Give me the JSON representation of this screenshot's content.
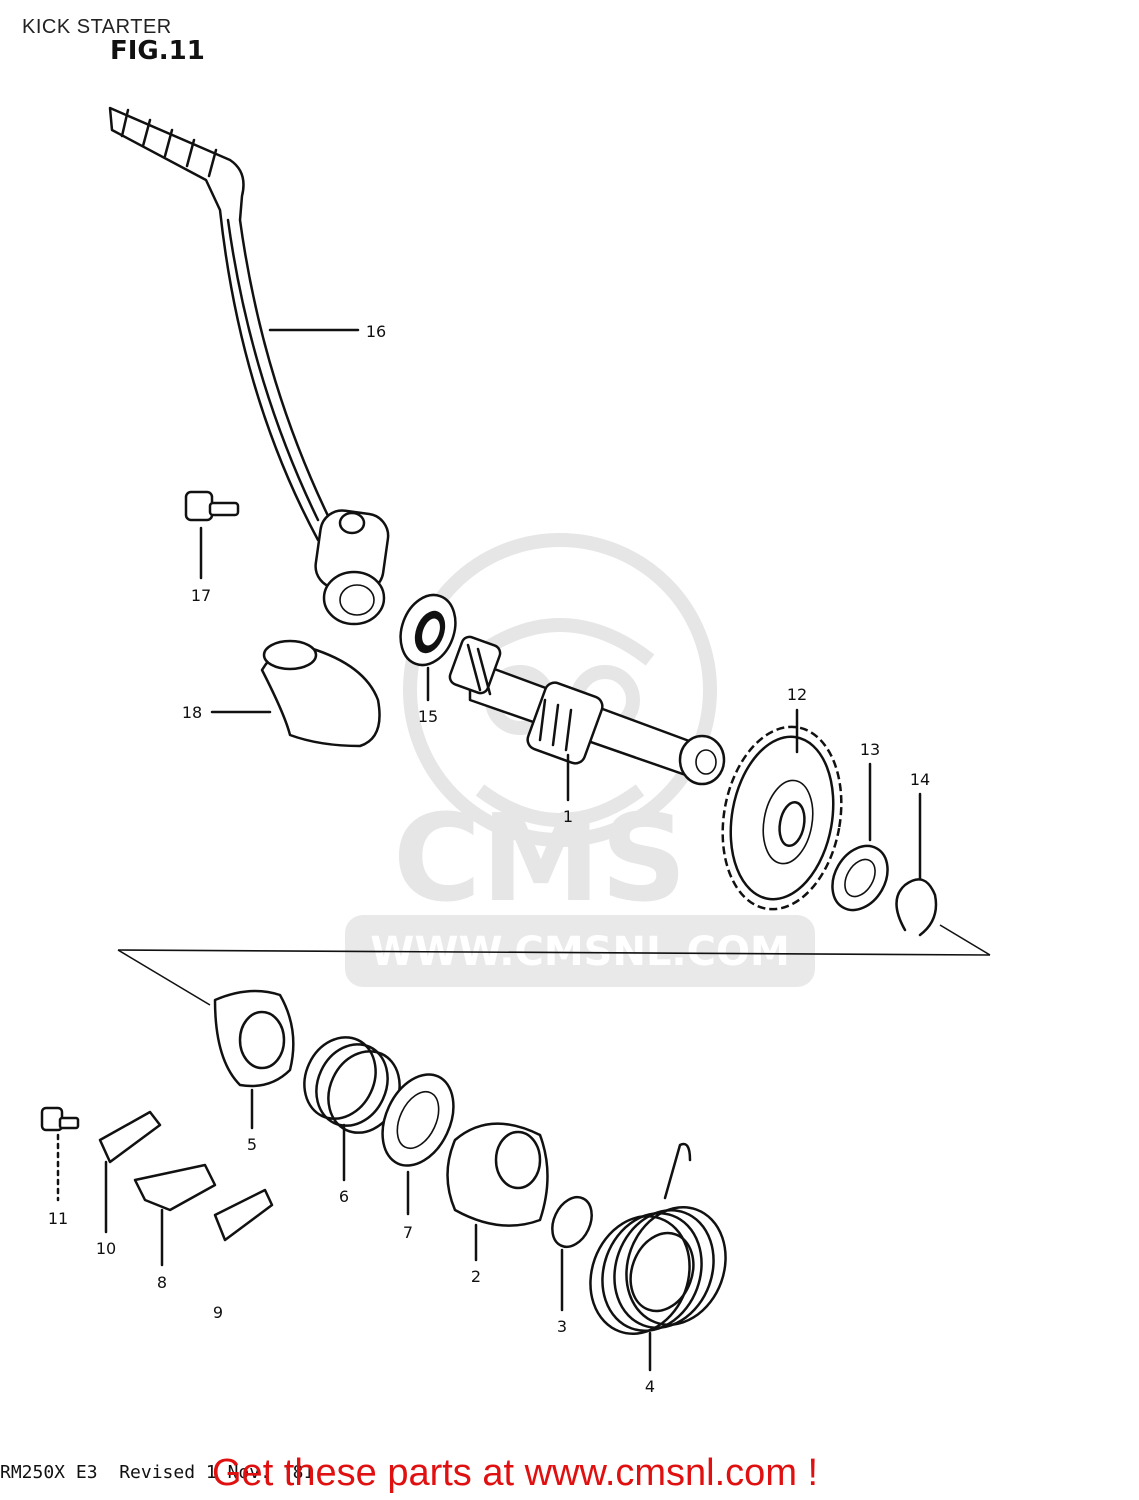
{
  "header": {
    "title": "KICK STARTER",
    "fig_label": "FIG.11"
  },
  "footer": {
    "model_code": "RM250X E3  Revised 1 Nov. '81",
    "cta": "Get these parts at www.cmsnl.com !"
  },
  "watermark": {
    "brand": "CMS",
    "url": "WWW.CMSNL.COM",
    "color": "#e6e6e6"
  },
  "parts": [
    {
      "number": "1"
    },
    {
      "number": "2"
    },
    {
      "number": "3"
    },
    {
      "number": "4"
    },
    {
      "number": "5"
    },
    {
      "number": "6"
    },
    {
      "number": "7"
    },
    {
      "number": "8"
    },
    {
      "number": "9"
    },
    {
      "number": "10"
    },
    {
      "number": "11"
    },
    {
      "number": "12"
    },
    {
      "number": "13"
    },
    {
      "number": "14"
    },
    {
      "number": "15"
    },
    {
      "number": "16"
    },
    {
      "number": "17"
    },
    {
      "number": "18"
    }
  ],
  "colors": {
    "ink": "#111111",
    "cta": "#e01010",
    "background": "#ffffff"
  }
}
